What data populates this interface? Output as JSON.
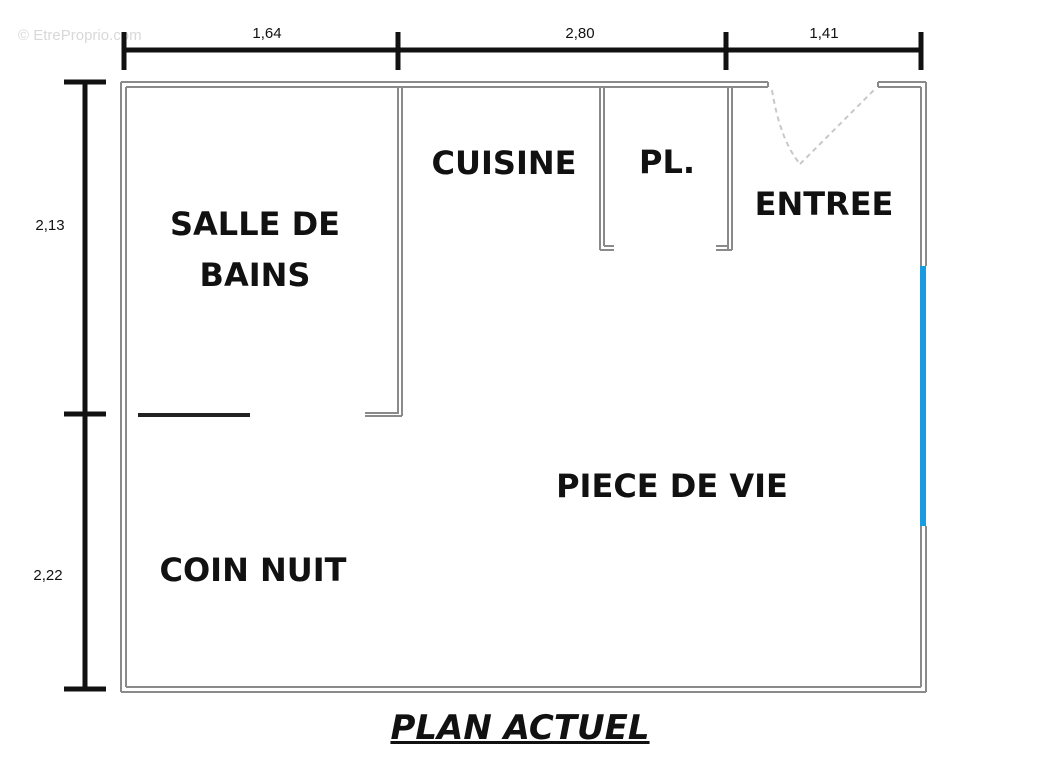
{
  "watermark": "© EtreProprio.com",
  "title": "PLAN ACTUEL",
  "dimensions": {
    "top": [
      "1,64",
      "2,80",
      "1,41"
    ],
    "left": [
      "2,13",
      "2,22"
    ]
  },
  "rooms": {
    "salle_de_bains_line1": "SALLE DE",
    "salle_de_bains_line2": "BAINS",
    "cuisine": "CUISINE",
    "placard": "PL.",
    "entree": "ENTREE",
    "piece_de_vie": "PIECE DE VIE",
    "coin_nuit": "COIN NUIT"
  },
  "colors": {
    "wall": "#8a8a8a",
    "dimension": "#111111",
    "window": "#1a9be0",
    "door": "#c8c8c8"
  }
}
